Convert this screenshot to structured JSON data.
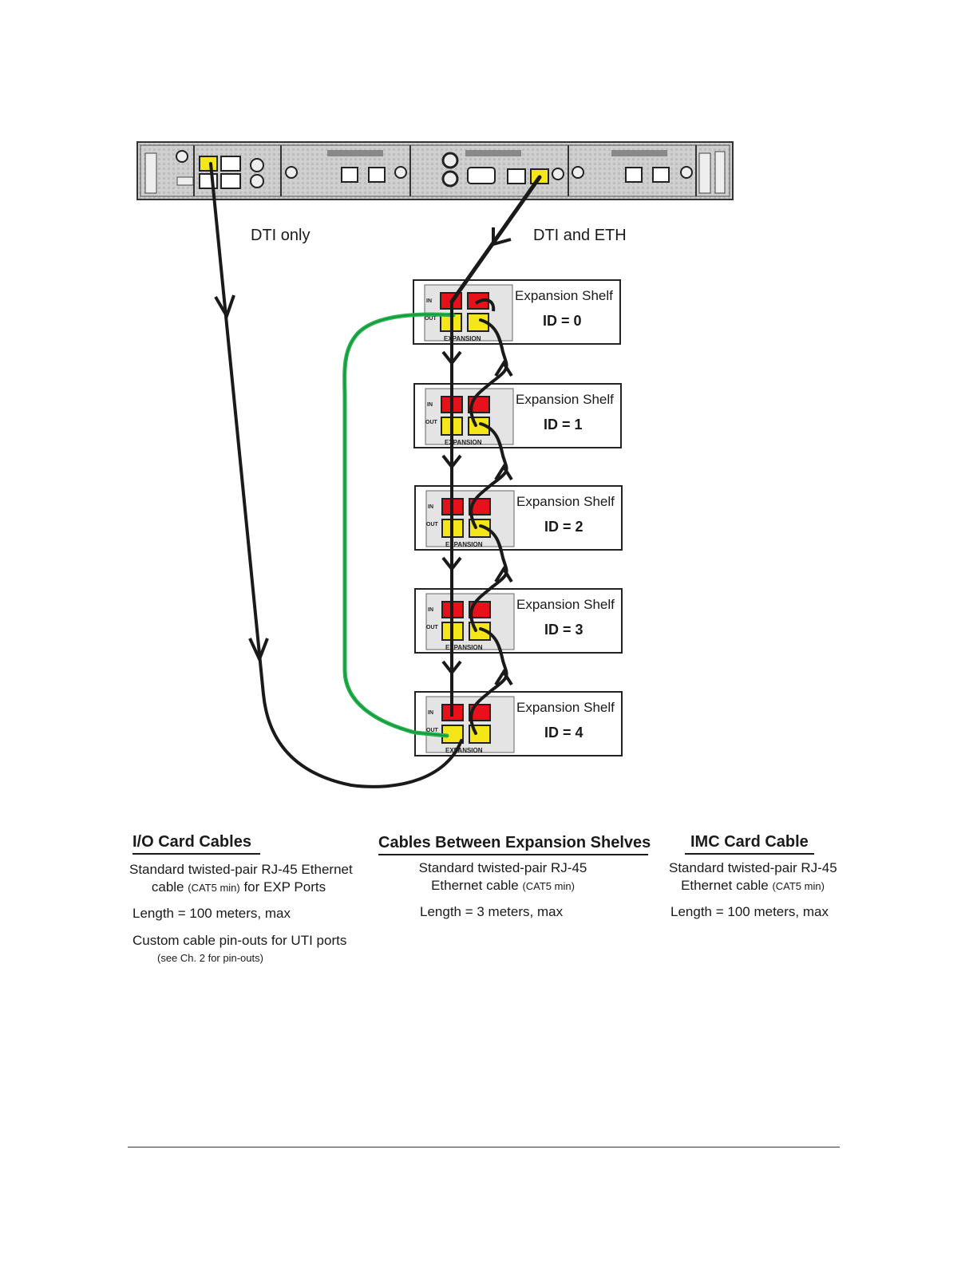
{
  "labels": {
    "dti_only": "DTI  only",
    "dti_and_eth": "DTI and ETH"
  },
  "shelves": [
    {
      "title": "Expansion Shelf",
      "id": "ID = 0"
    },
    {
      "title": "Expansion Shelf",
      "id": "ID = 1"
    },
    {
      "title": "Expansion Shelf",
      "id": "ID = 2"
    },
    {
      "title": "Expansion Shelf",
      "id": "ID = 3"
    },
    {
      "title": "Expansion Shelf",
      "id": "ID = 4"
    }
  ],
  "port_labels": {
    "expansion": "EXPANSION",
    "in": "IN",
    "out": "OUT"
  },
  "colors": {
    "dti_port": "#e8111b",
    "eth_port": "#f5e61a",
    "cable": "#1a1a1a",
    "loop_cable": "#22b24c"
  },
  "sections": {
    "io": {
      "title": "I/O Card Cables",
      "line1": "Standard twisted-pair RJ-45 Ethernet",
      "line2a": "cable ",
      "line2b": "(CAT5 min)",
      "line2c": " for EXP Ports",
      "length": "Length = 100 meters,  max",
      "custom": "Custom cable pin-outs for UTI ports",
      "custom_note": "(see Ch. 2 for pin-outs)"
    },
    "between": {
      "title": "Cables Between Expansion Shelves",
      "line1": "Standard twisted-pair RJ-45",
      "line2a": "Ethernet cable ",
      "line2b": "(CAT5 min)",
      "length": "Length = 3 meters,  max"
    },
    "imc": {
      "title": "IMC Card Cable",
      "line1": "Standard twisted-pair RJ-45",
      "line2a": "Ethernet cable ",
      "line2b": "(CAT5 min)",
      "length": "Length = 100 meters,  max"
    }
  }
}
